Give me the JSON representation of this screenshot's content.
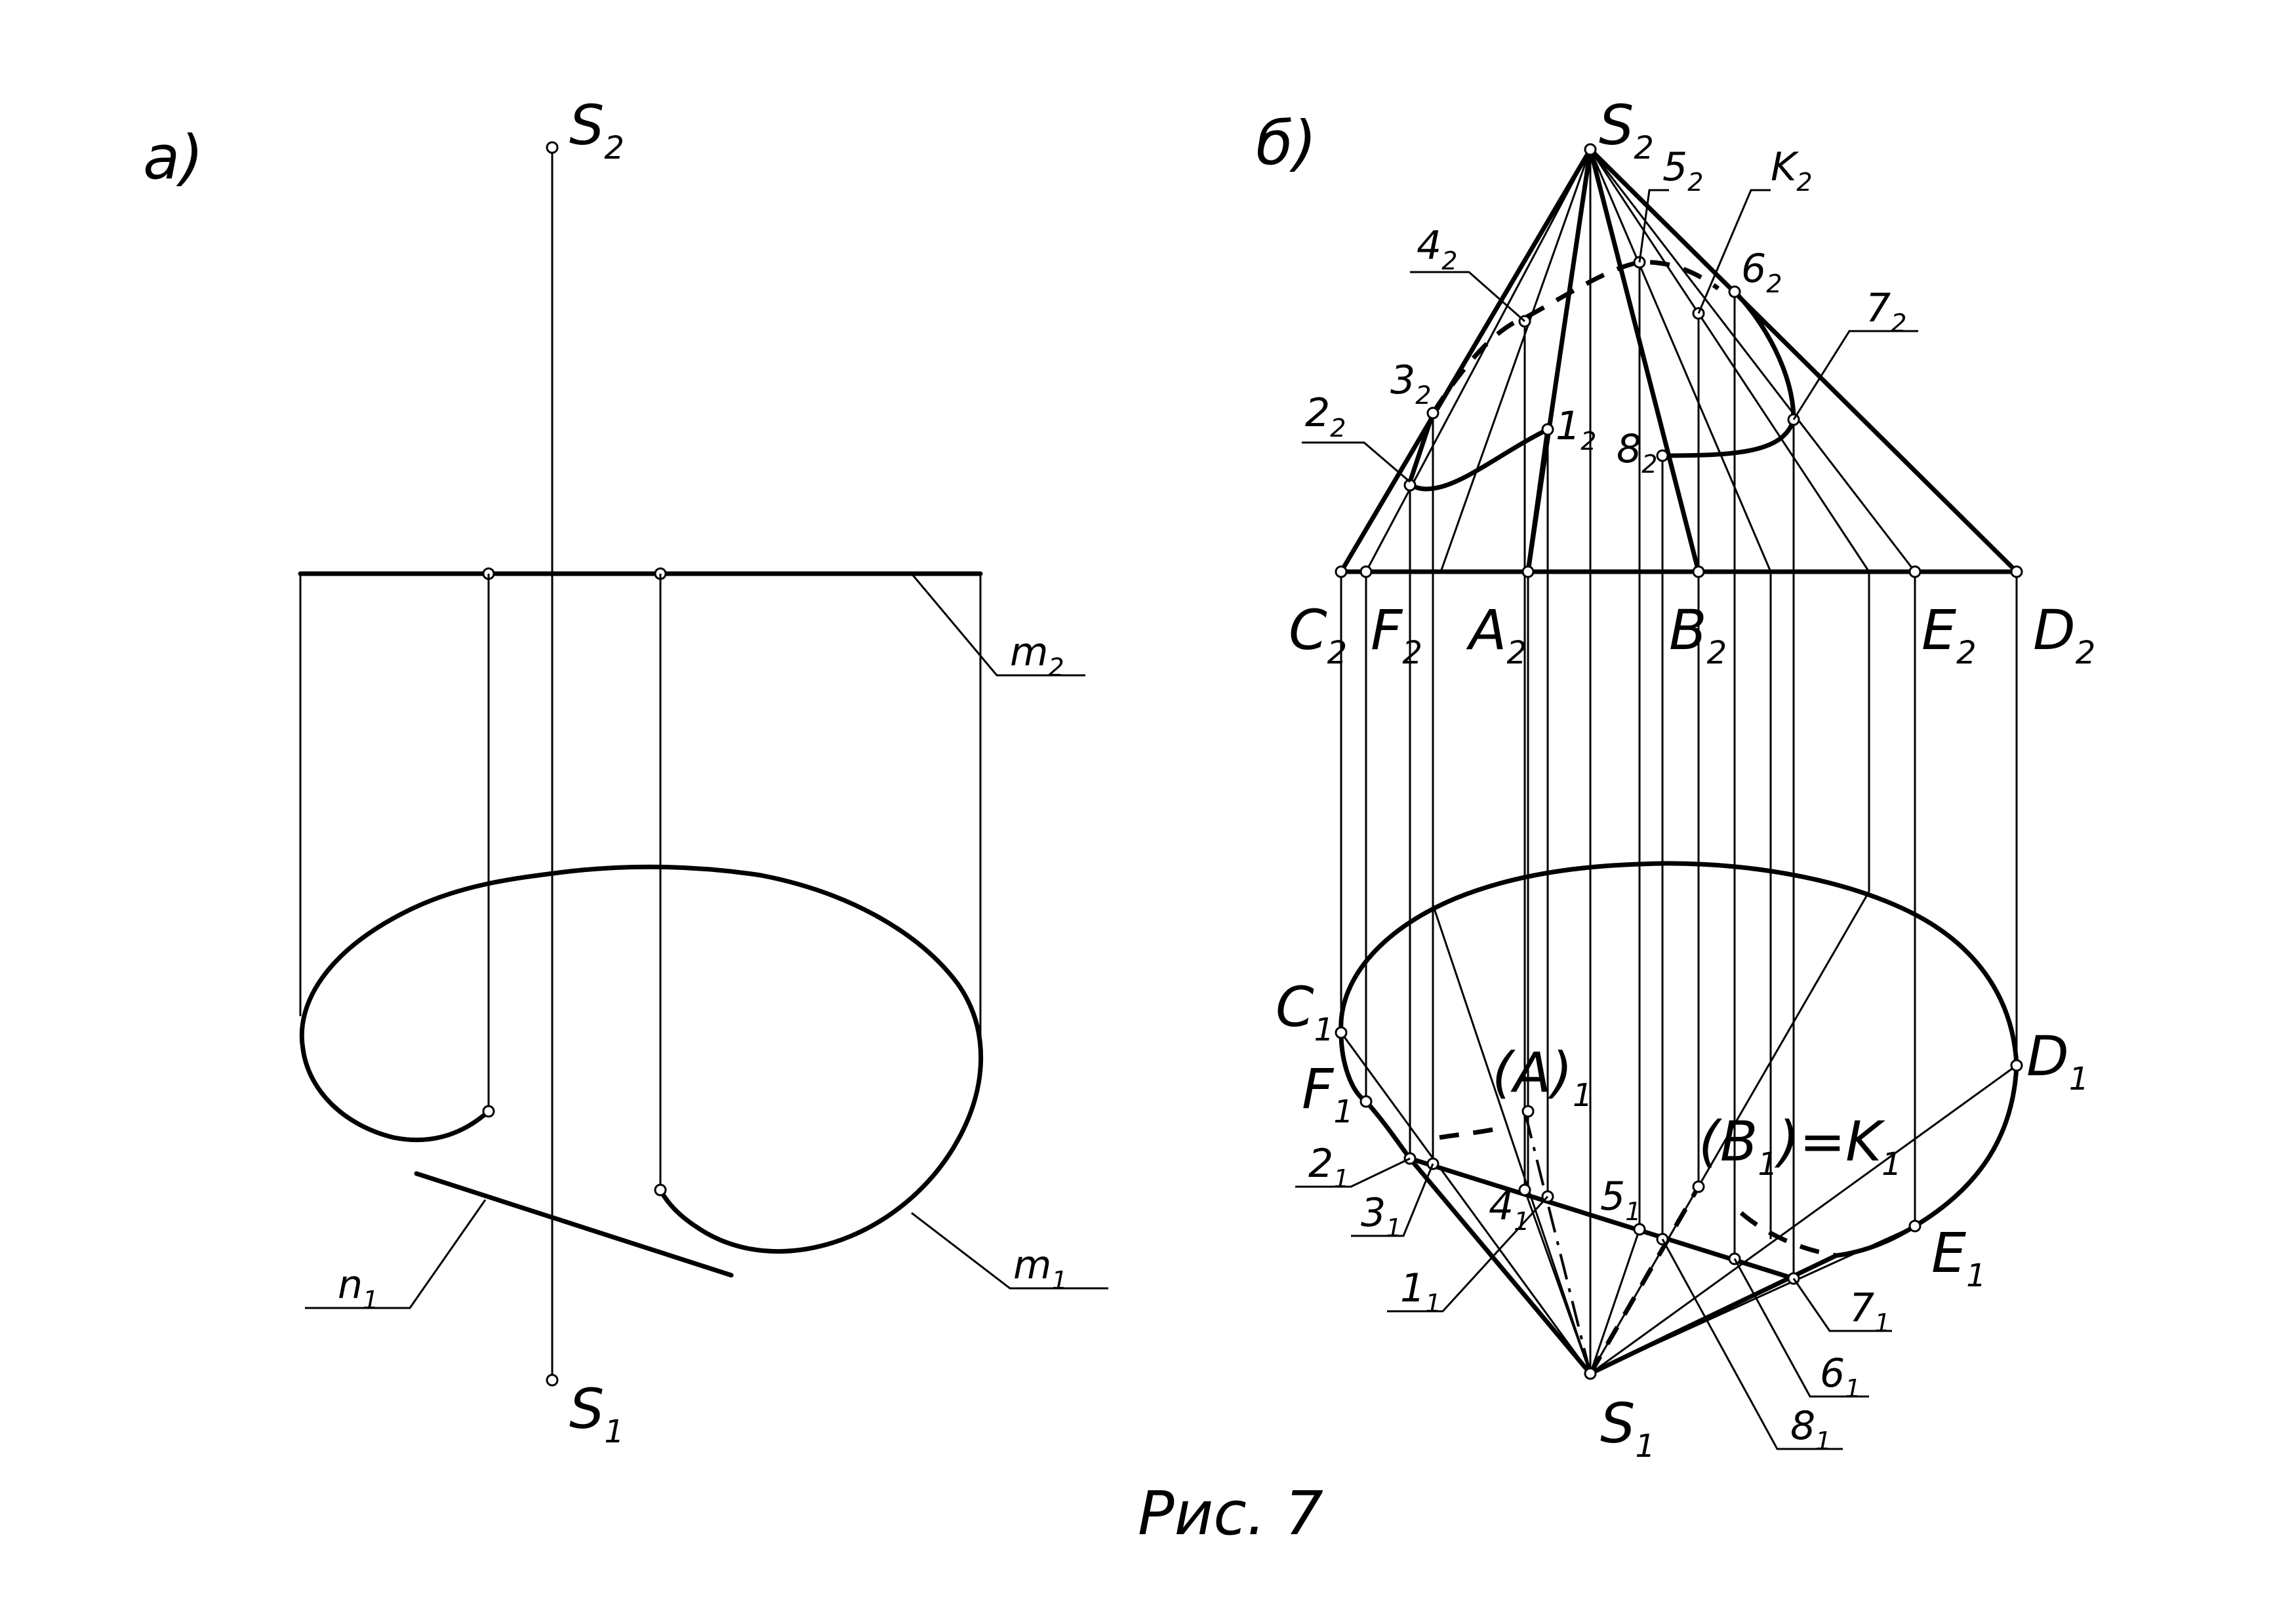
{
  "figure_caption": "Рис. 7",
  "panel_a": {
    "title": "а)",
    "labels": [
      {
        "id": "S2",
        "base": "S",
        "sub": "2"
      },
      {
        "id": "S1",
        "base": "S",
        "sub": "1"
      },
      {
        "id": "m2",
        "base": "m",
        "sub": "2"
      },
      {
        "id": "m1",
        "base": "m",
        "sub": "1"
      },
      {
        "id": "n1",
        "base": "n",
        "sub": "1"
      }
    ]
  },
  "panel_b": {
    "title": "б)",
    "labels": [
      {
        "id": "S2",
        "base": "S",
        "sub": "2"
      },
      {
        "id": "K2",
        "base": "K",
        "sub": "2"
      },
      {
        "id": "5_2",
        "base": "5",
        "sub": "2"
      },
      {
        "id": "6_2",
        "base": "6",
        "sub": "2"
      },
      {
        "id": "4_2",
        "base": "4",
        "sub": "2"
      },
      {
        "id": "7_2",
        "base": "7",
        "sub": "2"
      },
      {
        "id": "3_2",
        "base": "3",
        "sub": "2"
      },
      {
        "id": "2_2",
        "base": "2",
        "sub": "2"
      },
      {
        "id": "1_2",
        "base": "1",
        "sub": "2"
      },
      {
        "id": "8_2",
        "base": "8",
        "sub": "2"
      },
      {
        "id": "C2",
        "base": "C",
        "sub": "2"
      },
      {
        "id": "F2",
        "base": "F",
        "sub": "2"
      },
      {
        "id": "A2",
        "base": "A",
        "sub": "2"
      },
      {
        "id": "B2",
        "base": "B",
        "sub": "2"
      },
      {
        "id": "E2",
        "base": "E",
        "sub": "2"
      },
      {
        "id": "D2",
        "base": "D",
        "sub": "2"
      },
      {
        "id": "C1",
        "base": "C",
        "sub": "1"
      },
      {
        "id": "F1",
        "base": "F",
        "sub": "1"
      },
      {
        "id": "A1",
        "base": "(A)",
        "sub": "1"
      },
      {
        "id": "B1K1",
        "base": "(B",
        "sub": "1",
        "tail": ")=K",
        "sub2": "1"
      },
      {
        "id": "D1",
        "base": "D",
        "sub": "1"
      },
      {
        "id": "E1",
        "base": "E",
        "sub": "1"
      },
      {
        "id": "2_1",
        "base": "2",
        "sub": "1"
      },
      {
        "id": "3_1",
        "base": "3",
        "sub": "1"
      },
      {
        "id": "4_1",
        "base": "4",
        "sub": "1"
      },
      {
        "id": "5_1",
        "base": "5",
        "sub": "1"
      },
      {
        "id": "1_1",
        "base": "1",
        "sub": "1"
      },
      {
        "id": "7_1",
        "base": "7",
        "sub": "1"
      },
      {
        "id": "6_1",
        "base": "6",
        "sub": "1"
      },
      {
        "id": "8_1",
        "base": "8",
        "sub": "1"
      },
      {
        "id": "S1",
        "base": "S",
        "sub": "1"
      }
    ]
  }
}
